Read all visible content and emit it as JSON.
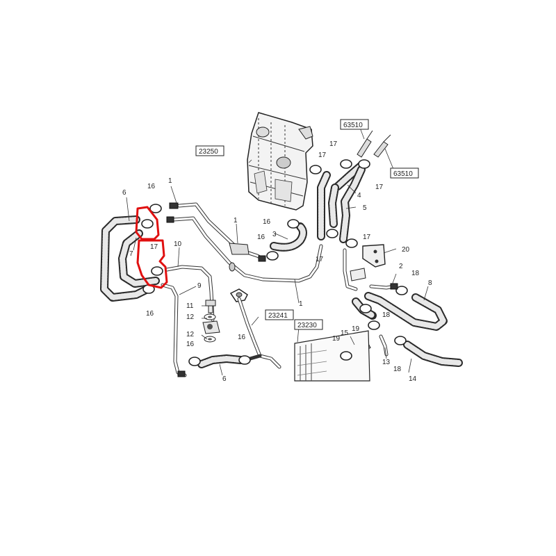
{
  "diagram": {
    "part_numbers": {
      "p1": "1",
      "p2": "2",
      "p3": "3",
      "p4": "4",
      "p5": "5",
      "p6": "6",
      "p7": "7",
      "p8": "8",
      "p9": "9",
      "p10": "10",
      "p11": "11",
      "p12": "12",
      "p13": "13",
      "p14": "14",
      "p15": "15",
      "p16": "16",
      "p17": "17",
      "p18": "18",
      "p19": "19",
      "p20": "20"
    },
    "reference_boxes": {
      "expansion_tank": "23250",
      "pipe_assembly": "23241",
      "radiator": "23230",
      "fitting_a": "63510",
      "fitting_b": "63510"
    },
    "highlight_color": "#e01010"
  }
}
